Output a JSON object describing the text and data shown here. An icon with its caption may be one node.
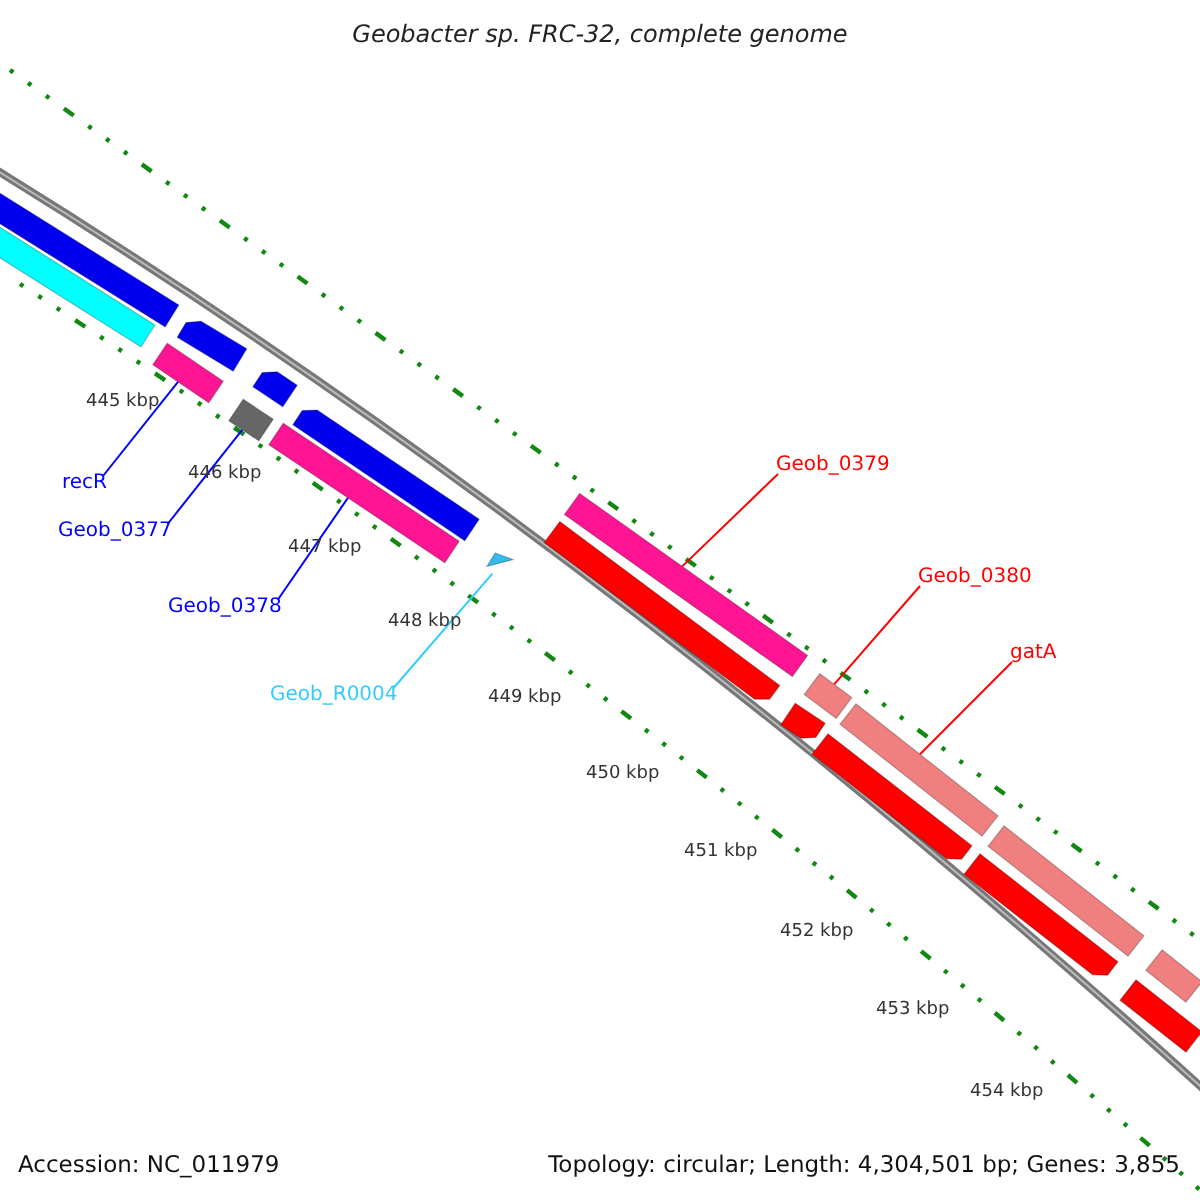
{
  "diagram": {
    "title": "Geobacter sp. FRC-32, complete genome",
    "nodes": [
      {
        "text": [
          "recR"
        ]
      },
      {
        "text": [
          "Geob_0377"
        ]
      },
      {
        "text": [
          "Geob_0378"
        ]
      },
      {
        "text": [
          "Geob_R0004"
        ]
      },
      {
        "text": [
          "Geob_0379"
        ]
      },
      {
        "text": [
          "Geob_0380"
        ]
      },
      {
        "text": [
          "gatA"
        ]
      },
      {
        "text": [],
        "shape": "arrow"
      },
      {
        "text": [],
        "shape": "bar"
      },
      {
        "text": [],
        "shape": "arrow"
      },
      {
        "text": [],
        "shape": "bar"
      },
      {
        "text": [],
        "shape": "arrow"
      },
      {
        "text": [],
        "shape": "bar"
      },
      {
        "text": [],
        "shape": "arrow"
      },
      {
        "text": [],
        "shape": "bar"
      },
      {
        "text": [],
        "shape": "triangle"
      },
      {
        "text": [],
        "shape": "bar"
      },
      {
        "text": [],
        "shape": "arrow"
      },
      {
        "text": [],
        "shape": "bar"
      },
      {
        "text": [],
        "shape": "arrow"
      },
      {
        "text": [],
        "shape": "bar"
      },
      {
        "text": [],
        "shape": "arrow"
      },
      {
        "text": [],
        "shape": "bar"
      },
      {
        "text": [],
        "shape": "arrow"
      },
      {
        "text": [],
        "shape": "bar"
      },
      {
        "text": [],
        "shape": "bar"
      }
    ],
    "edges": [
      {
        "from": 0,
        "to": 10,
        "arrow": "none",
        "color": "#0000ff"
      },
      {
        "from": 1,
        "to": 12,
        "arrow": "none",
        "color": "#0000ff"
      },
      {
        "from": 2,
        "to": 14,
        "arrow": "none",
        "color": "#0000ff"
      },
      {
        "from": 3,
        "to": 15,
        "arrow": "none",
        "color": "#33ccff"
      },
      {
        "from": 4,
        "to": 16,
        "arrow": "none",
        "color": "#ff0000"
      },
      {
        "from": 5,
        "to": 18,
        "arrow": "none",
        "color": "#ff0000"
      },
      {
        "from": 6,
        "to": 20,
        "arrow": "none",
        "color": "#ff0000"
      }
    ],
    "labels": [
      "445 kbp",
      "446 kbp",
      "447 kbp",
      "448 kbp",
      "449 kbp",
      "450 kbp",
      "451 kbp",
      "452 kbp",
      "453 kbp",
      "454 kbp",
      "Accession: NC_011979",
      "Topology: circular; Length: 4,304,501 bp; Genes: 3,855"
    ]
  }
}
